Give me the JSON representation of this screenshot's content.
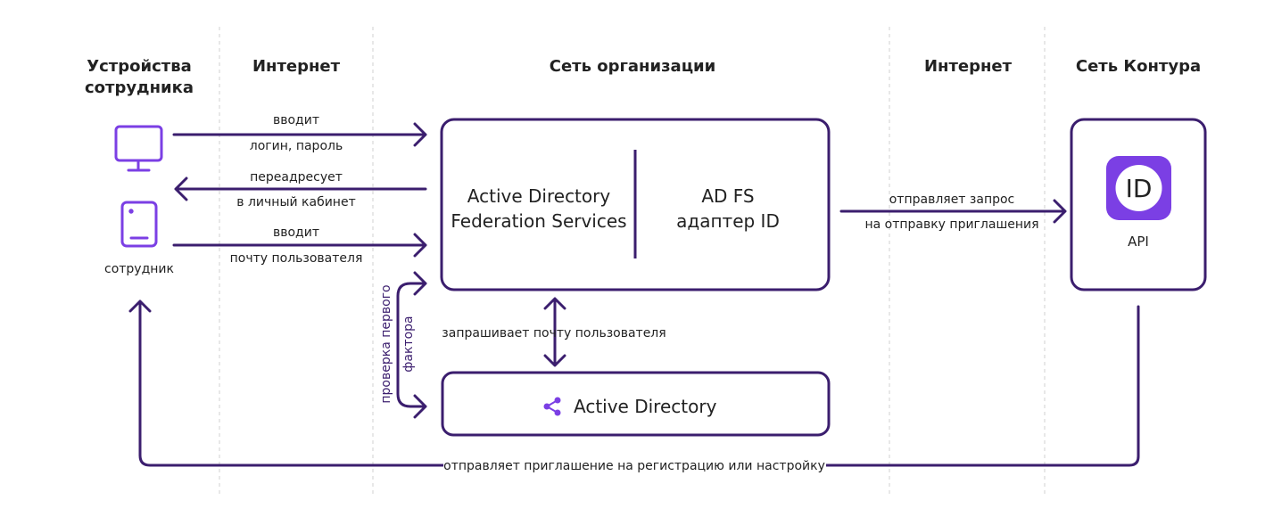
{
  "columns": {
    "devices": [
      "Устройства",
      "сотрудника"
    ],
    "internet_left": "Интернет",
    "org_network": "Сеть организации",
    "internet_right": "Интернет",
    "kontur_network": "Сеть Контура"
  },
  "employee_label": "сотрудник",
  "arrows": {
    "enter_login_1": "вводит",
    "enter_login_2": "логин, пароль",
    "redirect_1": "переадресует",
    "redirect_2": "в личный кабинет",
    "enter_email_1": "вводит",
    "enter_email_2": "почту пользователя",
    "first_factor_1": "проверка первого",
    "first_factor_2": "фактора",
    "request_email": "запрашивает почту пользователя",
    "send_request_1": "отправляет запрос",
    "send_request_2": "на отправку приглашения",
    "send_invite": "отправляет приглашение на регистрацию или настройку"
  },
  "adfs_box": {
    "left_1": "Active Directory",
    "left_2": "Federation Services",
    "right_1": "AD FS",
    "right_2": "адаптер ID"
  },
  "ad_box": {
    "label": "Active Directory"
  },
  "kontur_box": {
    "logo_text": "ID",
    "label": "API"
  },
  "colors": {
    "accent": "#3b1e6e",
    "logo": "#7b3fe4",
    "divider": "#d0d0d0"
  }
}
